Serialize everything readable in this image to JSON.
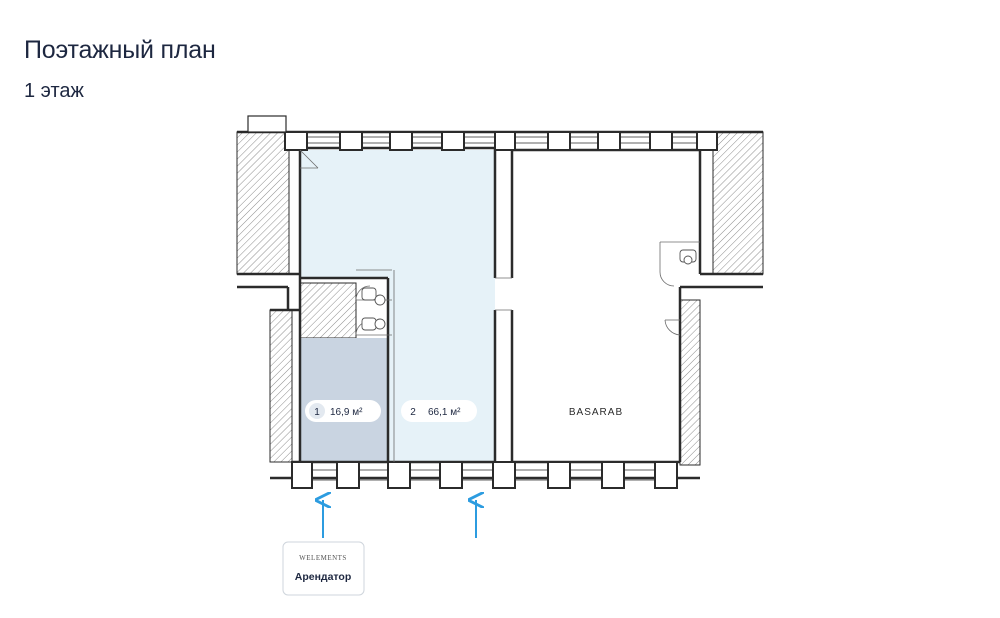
{
  "header": {
    "title": "Поэтажный план",
    "floor": "1 этаж"
  },
  "units": [
    {
      "number": "1",
      "area": "16,9 м²"
    },
    {
      "number": "2",
      "area": "66,1 м²"
    }
  ],
  "neighbor_label": "BASARAB",
  "tenant_card": {
    "brand": "WELEMENTS",
    "label": "Арендатор"
  },
  "colors": {
    "text": "#1d2740",
    "unit_1_fill": "#c9d4e1",
    "unit_2_fill": "#e6f2f8",
    "entrance_arrow": "#2c9ce0",
    "wall": "#2b2b2b"
  }
}
